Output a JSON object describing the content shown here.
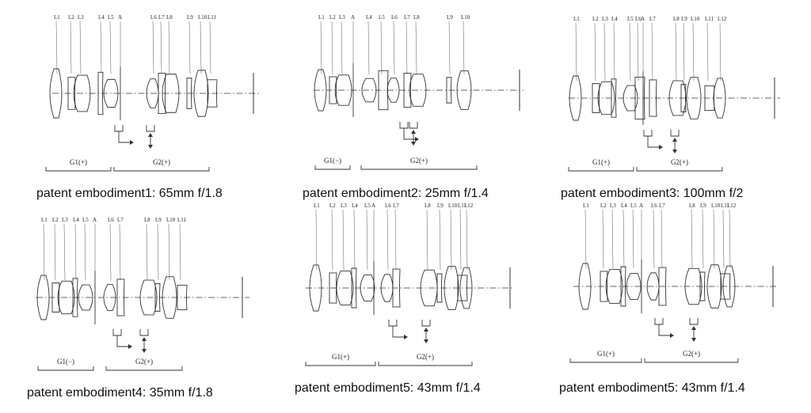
{
  "figures": [
    {
      "caption": "patent embodiment1: 65mm f/1.8",
      "element_labels": [
        "L1",
        "L2",
        "L3",
        "L4",
        "L5",
        "A",
        "L6",
        "L7",
        "L8",
        "L9",
        "L10",
        "L11"
      ],
      "groups": [
        {
          "label": "G1(+)"
        },
        {
          "label": "G2(+)"
        }
      ]
    },
    {
      "caption": "patent embodiment2: 25mm f/1.4",
      "element_labels": [
        "L1",
        "L2",
        "L3",
        "A",
        "L4",
        "L5",
        "L6",
        "L7",
        "L8",
        "L9",
        "L10"
      ],
      "groups": [
        {
          "label": "G1(−)"
        },
        {
          "label": "G2(+)"
        }
      ]
    },
    {
      "caption": "patent embodiment3: 100mm f/2",
      "element_labels": [
        "L1",
        "L2",
        "L3",
        "L4",
        "L5",
        "L6",
        "A",
        "L7",
        "L8",
        "L9",
        "L10",
        "L11",
        "L12"
      ],
      "groups": [
        {
          "label": "G1(+)"
        },
        {
          "label": "G2(+)"
        }
      ]
    },
    {
      "caption": "patent embodiment4: 35mm f/1.8",
      "element_labels": [
        "L1",
        "L2",
        "L3",
        "L4",
        "L5",
        "A",
        "L6",
        "L7",
        "L8",
        "L9",
        "L10",
        "L11"
      ],
      "groups": [
        {
          "label": "G1(−)"
        },
        {
          "label": "G2(+)"
        }
      ]
    },
    {
      "caption": "patent embodiment5: 43mm f/1.4",
      "element_labels": [
        "L1",
        "L2",
        "L3",
        "L4",
        "L5",
        "A",
        "L6",
        "L7",
        "L8",
        "L9",
        "L10",
        "L11",
        "L12"
      ],
      "groups": [
        {
          "label": "G1(+)"
        },
        {
          "label": "G2(+)"
        }
      ]
    },
    {
      "caption": "patent embodiment5: 43mm f/1.4",
      "element_labels": [
        "L1",
        "L2",
        "L3",
        "L4",
        "L5",
        "A",
        "L6",
        "L7",
        "L8",
        "L9",
        "L10",
        "L11",
        "L12"
      ],
      "groups": [
        {
          "label": "G1(+)"
        },
        {
          "label": "G2(+)"
        }
      ]
    }
  ]
}
